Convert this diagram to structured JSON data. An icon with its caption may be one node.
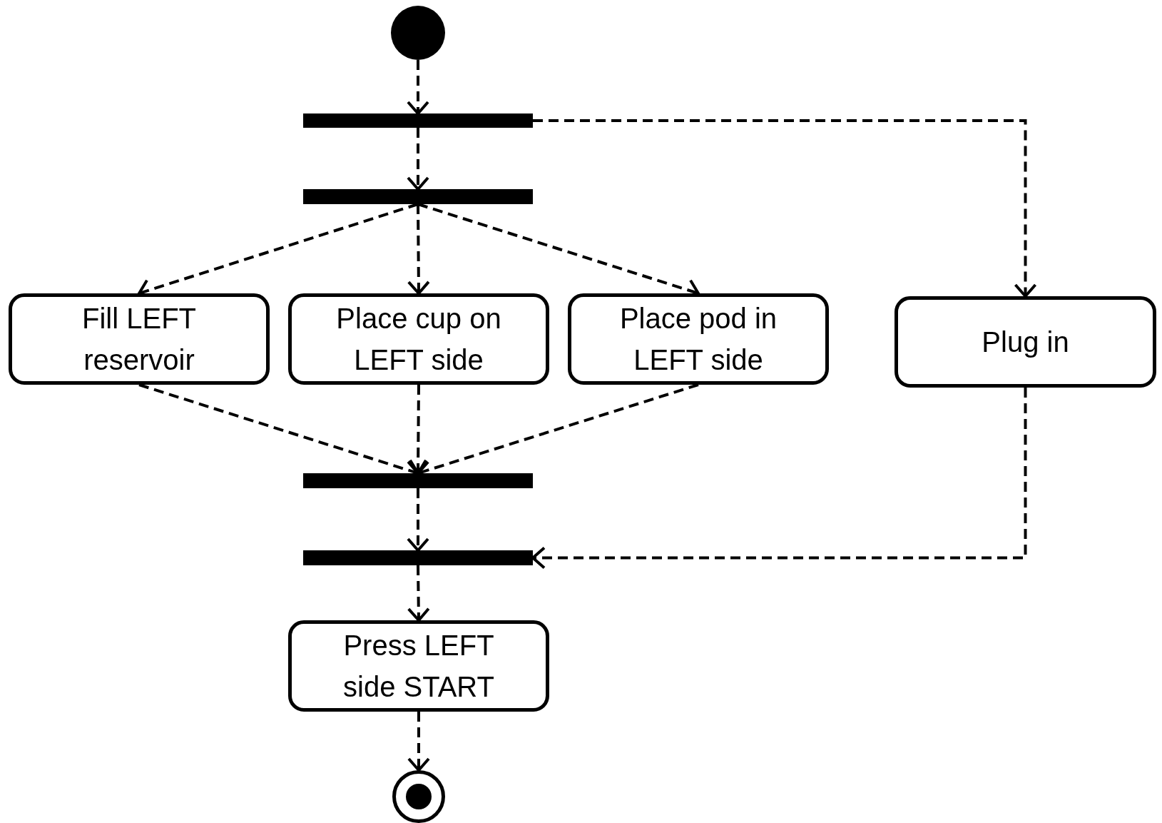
{
  "diagram": {
    "nodes": [
      {
        "text": [],
        "shape": "circle"
      },
      {
        "text": [],
        "shape": "bar"
      },
      {
        "text": [],
        "shape": "bar"
      },
      {
        "text": [
          "Fill LEFT reservoir"
        ]
      },
      {
        "text": [
          "Place cup on LEFT side"
        ]
      },
      {
        "text": [
          "Place pod in LEFT side"
        ]
      },
      {
        "text": [
          "Plug in"
        ]
      },
      {
        "text": [],
        "shape": "bar"
      },
      {
        "text": [],
        "shape": "bar"
      },
      {
        "text": [
          "Press LEFT side START"
        ]
      },
      {
        "text": [],
        "shape": "circle"
      }
    ],
    "edges": [
      {
        "from": 0,
        "to": 1,
        "arrow": "to",
        "style": "dashed"
      },
      {
        "from": 1,
        "to": 2,
        "arrow": "to",
        "style": "dashed"
      },
      {
        "from": 1,
        "to": 6,
        "arrow": "to",
        "style": "dashed"
      },
      {
        "from": 2,
        "to": 3,
        "arrow": "to",
        "style": "dashed"
      },
      {
        "from": 2,
        "to": 4,
        "arrow": "to",
        "style": "dashed"
      },
      {
        "from": 2,
        "to": 5,
        "arrow": "to",
        "style": "dashed"
      },
      {
        "from": 3,
        "to": 7,
        "arrow": "to",
        "style": "dashed"
      },
      {
        "from": 4,
        "to": 7,
        "arrow": "to",
        "style": "dashed"
      },
      {
        "from": 5,
        "to": 7,
        "arrow": "to",
        "style": "dashed"
      },
      {
        "from": 7,
        "to": 8,
        "arrow": "to",
        "style": "dashed"
      },
      {
        "from": 6,
        "to": 8,
        "arrow": "to",
        "style": "dashed"
      },
      {
        "from": 8,
        "to": 9,
        "arrow": "to",
        "style": "dashed"
      },
      {
        "from": 9,
        "to": 10,
        "arrow": "to",
        "style": "dashed"
      }
    ]
  }
}
